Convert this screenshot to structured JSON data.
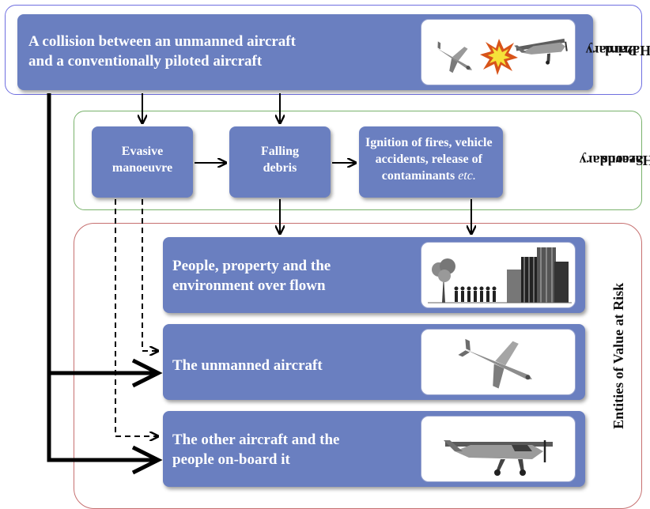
{
  "primary": {
    "text_line1": "A collision between an unmanned aircraft",
    "text_line2": "and a conventionally piloted aircraft",
    "label_line1": "Primary",
    "label_line2": "Hazard",
    "image_icon": "aircraft-collision-icon"
  },
  "secondary": {
    "label_line1": "Secondary",
    "label_line2": "Hazards",
    "evasive": {
      "line1": "Evasive",
      "line2": "manoeuvre"
    },
    "debris": {
      "line1": "Falling",
      "line2": "debris"
    },
    "ignition": {
      "line1": "Ignition of fires, vehicle",
      "line2": "accidents, release of",
      "line3_text": "contaminants ",
      "line3_italic": "etc."
    }
  },
  "risk": {
    "label": "Entities of Value at Risk",
    "people": {
      "line1": "People, property and the",
      "line2": "environment over flown",
      "image_icon": "people-buildings-icon"
    },
    "unmanned": {
      "line1": "The unmanned aircraft",
      "image_icon": "unmanned-aircraft-icon"
    },
    "other": {
      "line1": "The other aircraft and the",
      "line2": "people on-board it",
      "image_icon": "piloted-aircraft-icon"
    }
  },
  "colors": {
    "box_fill": "#6a7fc0",
    "primary_border": "#6f6fe0",
    "secondary_border": "#79b26c",
    "risk_border": "#c67070",
    "arrow": "#000000"
  }
}
